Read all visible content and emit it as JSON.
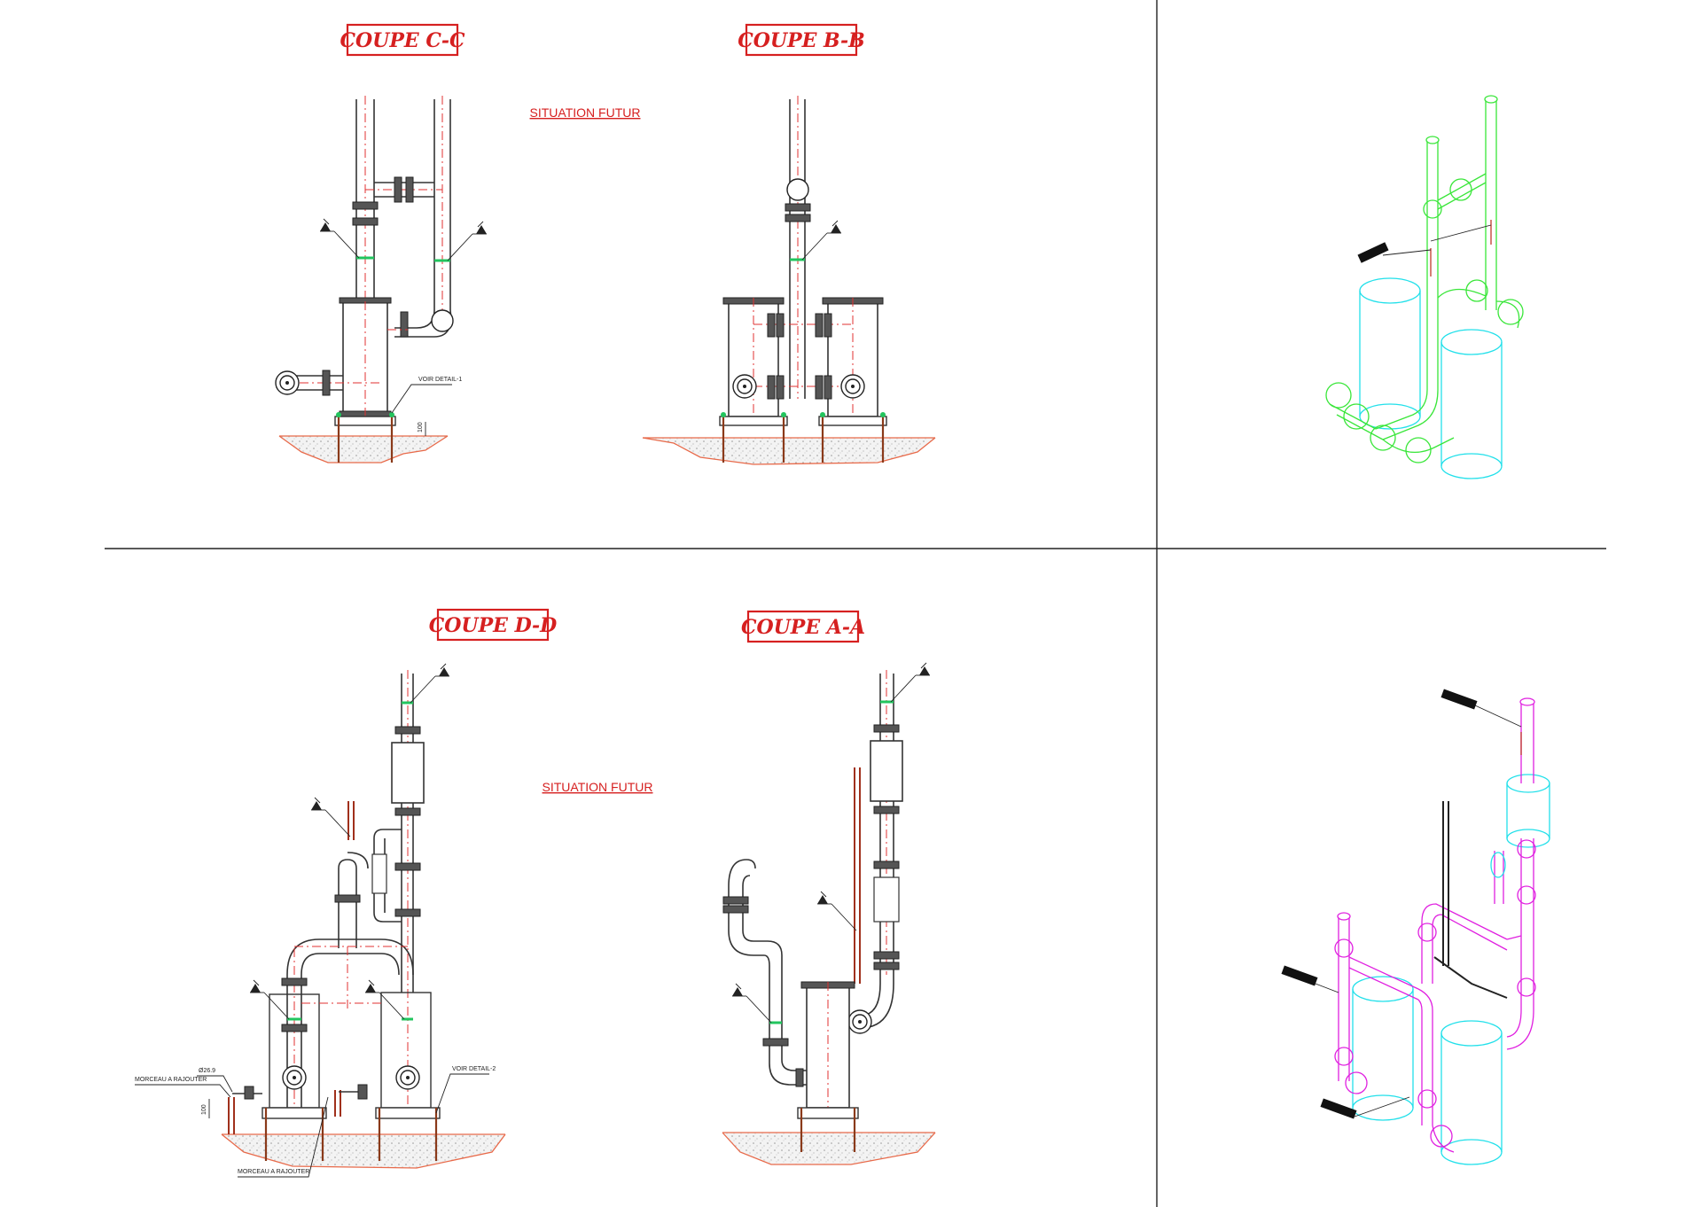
{
  "sections": [
    {
      "id": "c-c",
      "title": "COUPE C-C"
    },
    {
      "id": "b-b",
      "title": "COUPE B-B"
    },
    {
      "id": "d-d",
      "title": "COUPE D-D"
    },
    {
      "id": "a-a",
      "title": "COUPE A-A"
    }
  ],
  "notes": {
    "situation_top": "SITUATION FUTUR",
    "situation_bottom": "SITUATION FUTUR"
  },
  "labels": {
    "voir_detail_1": "VOIR DETAIL-1",
    "voir_detail_2": "VOIR DETAIL-2",
    "morceau_1": "MORCEAU A RAJOUTER",
    "morceau_2": "MORCEAU A RAJOUTER",
    "diameter": "Ø26.9",
    "dim_top": "100",
    "dim_bottom": "100"
  },
  "colors": {
    "title_red": "#d62020",
    "axis_red": "#e03030",
    "weld_green": "#22c55e",
    "iso_green": "#39e639",
    "iso_cyan": "#22e0ea",
    "iso_magenta": "#e020e0"
  }
}
